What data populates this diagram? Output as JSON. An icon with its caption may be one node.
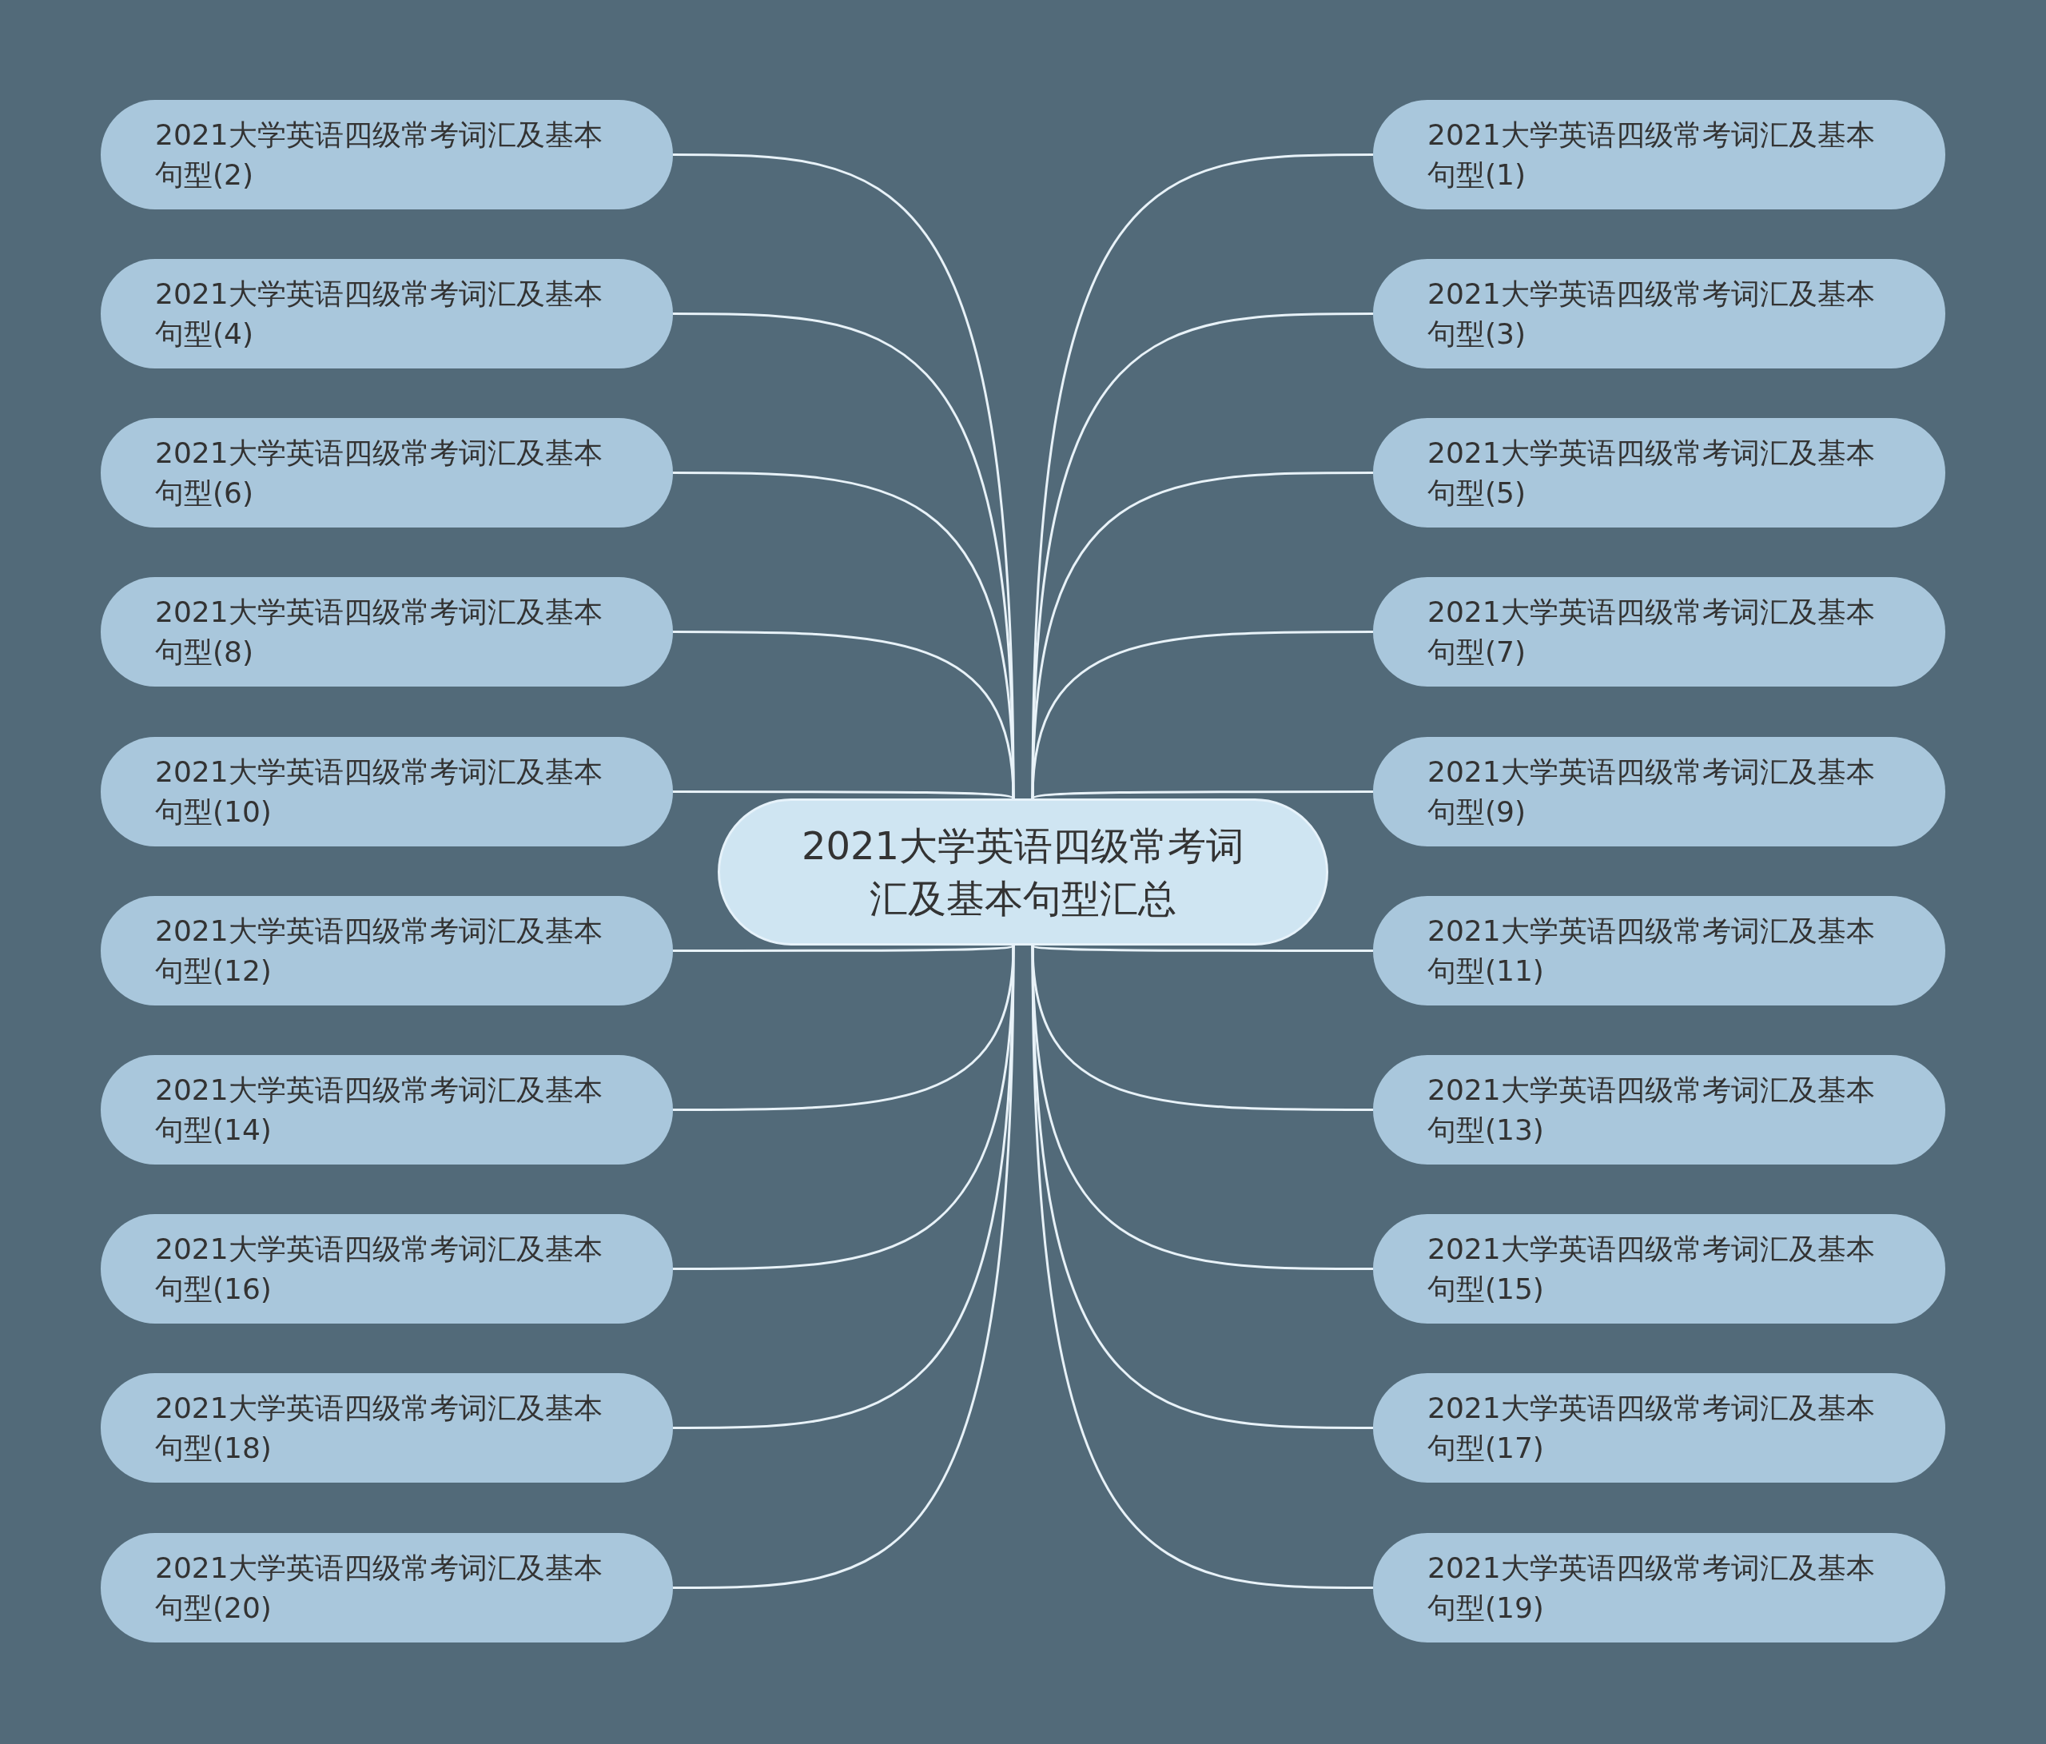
{
  "diagram": {
    "nodes": [
      {
        "text": [
          "2021大学英语四级常考词汇及基本句型汇总"
        ]
      },
      {
        "text": [
          "2021大学英语四级常考词汇及基本句型(2)"
        ]
      },
      {
        "text": [
          "2021大学英语四级常考词汇及基本句型(1)"
        ]
      },
      {
        "text": [
          "2021大学英语四级常考词汇及基本句型(4)"
        ]
      },
      {
        "text": [
          "2021大学英语四级常考词汇及基本句型(3)"
        ]
      },
      {
        "text": [
          "2021大学英语四级常考词汇及基本句型(6)"
        ]
      },
      {
        "text": [
          "2021大学英语四级常考词汇及基本句型(5)"
        ]
      },
      {
        "text": [
          "2021大学英语四级常考词汇及基本句型(8)"
        ]
      },
      {
        "text": [
          "2021大学英语四级常考词汇及基本句型(7)"
        ]
      },
      {
        "text": [
          "2021大学英语四级常考词汇及基本句型(10)"
        ]
      },
      {
        "text": [
          "2021大学英语四级常考词汇及基本句型(9)"
        ]
      },
      {
        "text": [
          "2021大学英语四级常考词汇及基本句型(12)"
        ]
      },
      {
        "text": [
          "2021大学英语四级常考词汇及基本句型(11)"
        ]
      },
      {
        "text": [
          "2021大学英语四级常考词汇及基本句型(14)"
        ]
      },
      {
        "text": [
          "2021大学英语四级常考词汇及基本句型(13)"
        ]
      },
      {
        "text": [
          "2021大学英语四级常考词汇及基本句型(16)"
        ]
      },
      {
        "text": [
          "2021大学英语四级常考词汇及基本句型(15)"
        ]
      },
      {
        "text": [
          "2021大学英语四级常考词汇及基本句型(18)"
        ]
      },
      {
        "text": [
          "2021大学英语四级常考词汇及基本句型(17)"
        ]
      },
      {
        "text": [
          "2021大学英语四级常考词汇及基本句型(20)"
        ]
      },
      {
        "text": [
          "2021大学英语四级常考词汇及基本句型(19)"
        ]
      }
    ],
    "edges": [
      {
        "from": 0,
        "to": 1,
        "arrow": "none"
      },
      {
        "from": 0,
        "to": 2,
        "arrow": "none"
      },
      {
        "from": 0,
        "to": 3,
        "arrow": "none"
      },
      {
        "from": 0,
        "to": 4,
        "arrow": "none"
      },
      {
        "from": 0,
        "to": 5,
        "arrow": "none"
      },
      {
        "from": 0,
        "to": 6,
        "arrow": "none"
      },
      {
        "from": 0,
        "to": 7,
        "arrow": "none"
      },
      {
        "from": 0,
        "to": 8,
        "arrow": "none"
      },
      {
        "from": 0,
        "to": 9,
        "arrow": "none"
      },
      {
        "from": 0,
        "to": 10,
        "arrow": "none"
      },
      {
        "from": 0,
        "to": 11,
        "arrow": "none"
      },
      {
        "from": 0,
        "to": 12,
        "arrow": "none"
      },
      {
        "from": 0,
        "to": 13,
        "arrow": "none"
      },
      {
        "from": 0,
        "to": 14,
        "arrow": "none"
      },
      {
        "from": 0,
        "to": 15,
        "arrow": "none"
      },
      {
        "from": 0,
        "to": 16,
        "arrow": "none"
      },
      {
        "from": 0,
        "to": 17,
        "arrow": "none"
      },
      {
        "from": 0,
        "to": 18,
        "arrow": "none"
      },
      {
        "from": 0,
        "to": 19,
        "arrow": "none"
      },
      {
        "from": 0,
        "to": 20,
        "arrow": "none"
      }
    ]
  }
}
